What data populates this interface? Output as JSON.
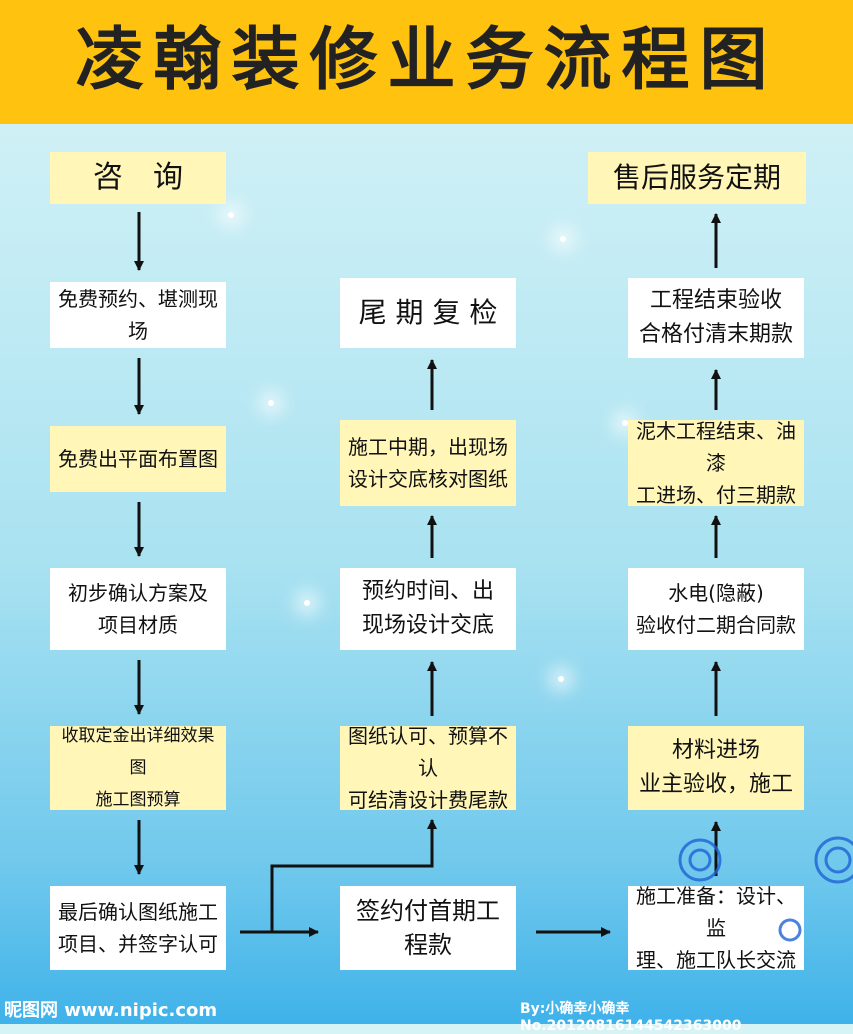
{
  "title": "凌翰装修业务流程图",
  "steps": {
    "s1": "咨　询",
    "s2": "免费预约、堪测现场",
    "s3": "免费出平面布置图",
    "s4": "初步确认方案及\n项目材质",
    "s5": "收取定金出详细效果图\n施工图预算",
    "s6": "最后确认图纸施工\n项目、并签字认可",
    "m1": "签约付首期工\n程款",
    "m2": "图纸认可、预算不认\n可结清设计费尾款",
    "m3": "预约时间、出\n现场设计交底",
    "m4": "施工中期，出现场\n设计交底核对图纸",
    "m5": "尾 期 复 检",
    "r1": "施工准备：设计、监\n理、施工队长交流",
    "r2": "材料进场\n业主验收，施工",
    "r3": "水电(隐蔽)\n验收付二期合同款",
    "r4": "泥木工程结束、油漆\n工进场、付三期款",
    "r5": "工程结束验收\n合格付清末期款",
    "r6": "售后服务定期"
  },
  "watermark": {
    "left": "昵图网 www.nipic.com",
    "right": "By:小确幸小确幸  No.20120816144542363000"
  },
  "colors": {
    "banner": "#ffc20e",
    "yellow_box": "#fff6b8",
    "white_box": "#ffffff"
  }
}
